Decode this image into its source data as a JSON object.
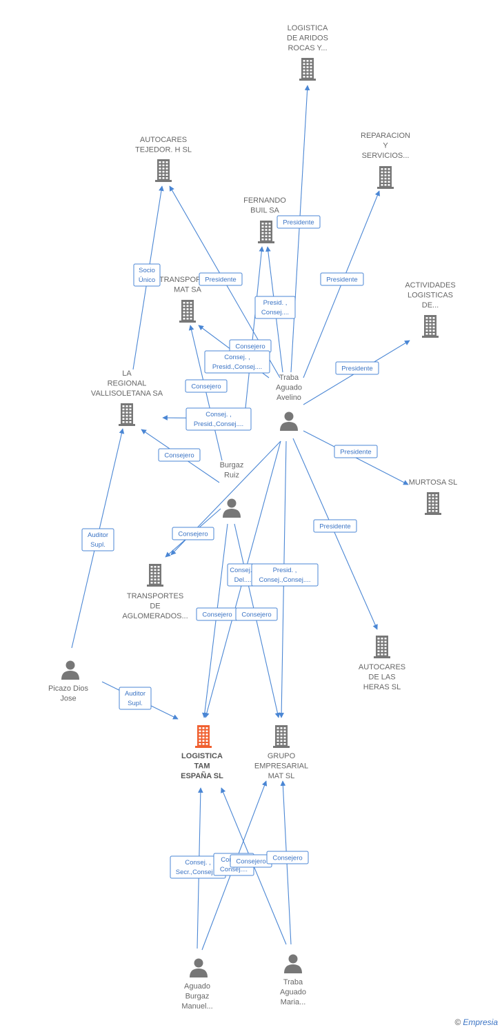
{
  "colors": {
    "edge": "#4a86d4",
    "company": "#777777",
    "focus_company": "#f06030",
    "person": "#777777"
  },
  "nodes": [
    {
      "id": "logistica_aridos",
      "type": "company",
      "label": [
        "LOGISTICA",
        "DE ARIDOS",
        "ROCAS Y..."
      ]
    },
    {
      "id": "autocares_tejedor",
      "type": "company",
      "label": [
        "AUTOCARES",
        "TEJEDOR. H SL"
      ]
    },
    {
      "id": "reparacion",
      "type": "company",
      "label": [
        "REPARACION",
        "Y",
        "SERVICIOS..."
      ]
    },
    {
      "id": "fernando_buil",
      "type": "company",
      "label": [
        "FERNANDO",
        "BUIL SA"
      ]
    },
    {
      "id": "transportes_mat",
      "type": "company",
      "label": [
        "TRANSPORTES",
        "MAT SA"
      ]
    },
    {
      "id": "actividades",
      "type": "company",
      "label": [
        "ACTIVIDADES",
        "LOGISTICAS",
        "DE..."
      ]
    },
    {
      "id": "la_regional",
      "type": "company",
      "label": [
        "LA",
        "REGIONAL",
        "VALLISOLETANA SA"
      ]
    },
    {
      "id": "traba_avelino",
      "type": "person",
      "label": [
        "Traba",
        "Aguado",
        "Avelino"
      ]
    },
    {
      "id": "murtosa",
      "type": "company",
      "label": [
        "MURTOSA SL"
      ]
    },
    {
      "id": "burgaz_ruiz",
      "type": "person",
      "label": [
        "Burgaz",
        "Ruiz"
      ]
    },
    {
      "id": "transportes_aglomerados",
      "type": "company",
      "label": [
        "TRANSPORTES",
        "DE",
        "AGLOMERADOS..."
      ]
    },
    {
      "id": "autocares_heras",
      "type": "company",
      "label": [
        "AUTOCARES",
        "DE LAS",
        "HERAS SL"
      ]
    },
    {
      "id": "picazo",
      "type": "person",
      "label": [
        "Picazo Dios",
        "Jose"
      ]
    },
    {
      "id": "logistica_tam",
      "type": "company",
      "focus": true,
      "label": [
        "LOGISTICA",
        "TAM",
        "ESPAÑA SL"
      ]
    },
    {
      "id": "grupo_mat",
      "type": "company",
      "label": [
        "GRUPO",
        "EMPRESARIAL",
        "MAT SL"
      ]
    },
    {
      "id": "aguado_burgaz",
      "type": "person",
      "label": [
        "Aguado",
        "Burgaz",
        "Manuel..."
      ]
    },
    {
      "id": "traba_maria",
      "type": "person",
      "label": [
        "Traba",
        "Aguado",
        "Maria..."
      ]
    }
  ],
  "edges": [
    {
      "from": "traba_avelino",
      "to": "logistica_aridos",
      "label": [
        "Presidente"
      ]
    },
    {
      "from": "traba_avelino",
      "to": "autocares_tejedor",
      "label": [
        "Presidente"
      ]
    },
    {
      "from": "traba_avelino",
      "to": "reparacion",
      "label": [
        "Presidente"
      ]
    },
    {
      "from": "traba_avelino",
      "to": "fernando_buil",
      "label": [
        "Presid. ,",
        "Consej...."
      ]
    },
    {
      "from": "burgaz_ruiz",
      "to": "fernando_buil",
      "label": []
    },
    {
      "from": "traba_avelino",
      "to": "transportes_mat",
      "label": [
        "Consejero"
      ]
    },
    {
      "from": "burgaz_ruiz",
      "to": "transportes_mat",
      "label": [
        "Consejero"
      ]
    },
    {
      "from": "traba_avelino",
      "to": "actividades",
      "label": [
        "Presidente"
      ]
    },
    {
      "from": "traba_avelino",
      "to": "la_regional",
      "label": [
        "Consej. ,",
        "Presid.,Consej...."
      ]
    },
    {
      "from": "burgaz_ruiz",
      "to": "la_regional",
      "label": [
        "Consejero"
      ]
    },
    {
      "from": "la_regional",
      "to": "autocares_tejedor",
      "label": [
        "Socio",
        "Único"
      ]
    },
    {
      "from": "traba_avelino",
      "to": "murtosa",
      "label": [
        "Presidente"
      ]
    },
    {
      "from": "traba_avelino",
      "to": "autocares_heras",
      "label": [
        "Presidente"
      ]
    },
    {
      "from": "traba_avelino",
      "to": "transportes_aglomerados",
      "label": [
        "Consej. ,",
        "Presid.,Consej...."
      ]
    },
    {
      "from": "burgaz_ruiz",
      "to": "transportes_aglomerados",
      "label": [
        "Consejero"
      ]
    },
    {
      "from": "picazo",
      "to": "la_regional",
      "label": [
        "Auditor",
        "Supl."
      ]
    },
    {
      "from": "picazo",
      "to": "logistica_tam",
      "label": [
        "Auditor",
        "Supl."
      ]
    },
    {
      "from": "traba_avelino",
      "to": "logistica_tam",
      "label": [
        "Consej. ,",
        "Del...."
      ]
    },
    {
      "from": "traba_avelino",
      "to": "grupo_mat",
      "label": [
        "Presid. ,",
        "Consej.,Consej...."
      ]
    },
    {
      "from": "burgaz_ruiz",
      "to": "logistica_tam",
      "label": [
        "Consejero"
      ]
    },
    {
      "from": "burgaz_ruiz",
      "to": "grupo_mat",
      "label": [
        "Consejero"
      ]
    },
    {
      "from": "aguado_burgaz",
      "to": "logistica_tam",
      "label": [
        "Consej. ,",
        "Secr.,Consej...."
      ]
    },
    {
      "from": "aguado_burgaz",
      "to": "grupo_mat",
      "label": [
        "Consej. ,",
        "Consej...."
      ]
    },
    {
      "from": "traba_maria",
      "to": "logistica_tam",
      "label": [
        "Consejero"
      ]
    },
    {
      "from": "traba_maria",
      "to": "grupo_mat",
      "label": [
        "Consejero"
      ]
    }
  ],
  "footer": {
    "copyright_symbol": "©",
    "brand": "Empresia"
  }
}
